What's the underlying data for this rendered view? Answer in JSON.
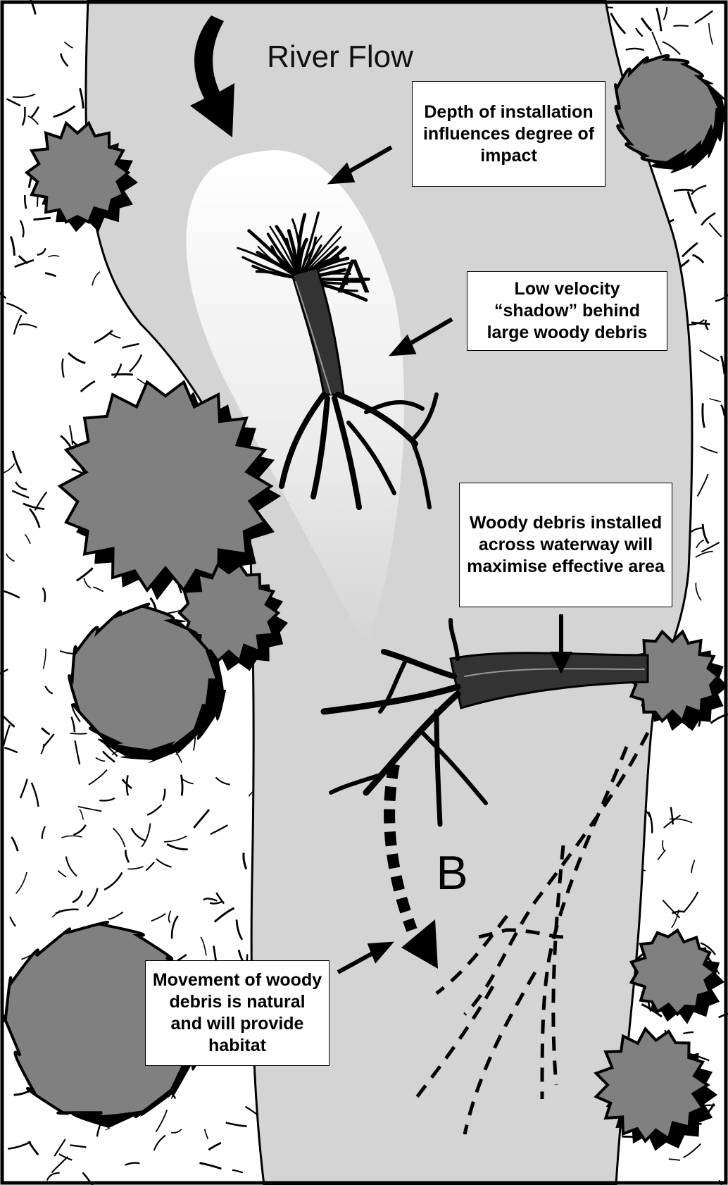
{
  "flow_label": "River Flow",
  "marker_a": "A",
  "marker_b": "B",
  "callouts": {
    "depth": "Depth of installation influences degree of impact",
    "shadow": "Low velocity “shadow” behind large woody debris",
    "across": "Woody debris installed across waterway will maximise effective area",
    "movement": "Movement of woody debris is natural and will provide habitat"
  },
  "colors": {
    "water": "#d4d4d4",
    "bank": "#ffffff",
    "tree": "#808080",
    "ink": "#000000",
    "shadow_glow": "#ffffff"
  },
  "icons": [
    "flow-arrow-icon",
    "tree-icon",
    "log-icon",
    "movement-arrow-icon"
  ]
}
